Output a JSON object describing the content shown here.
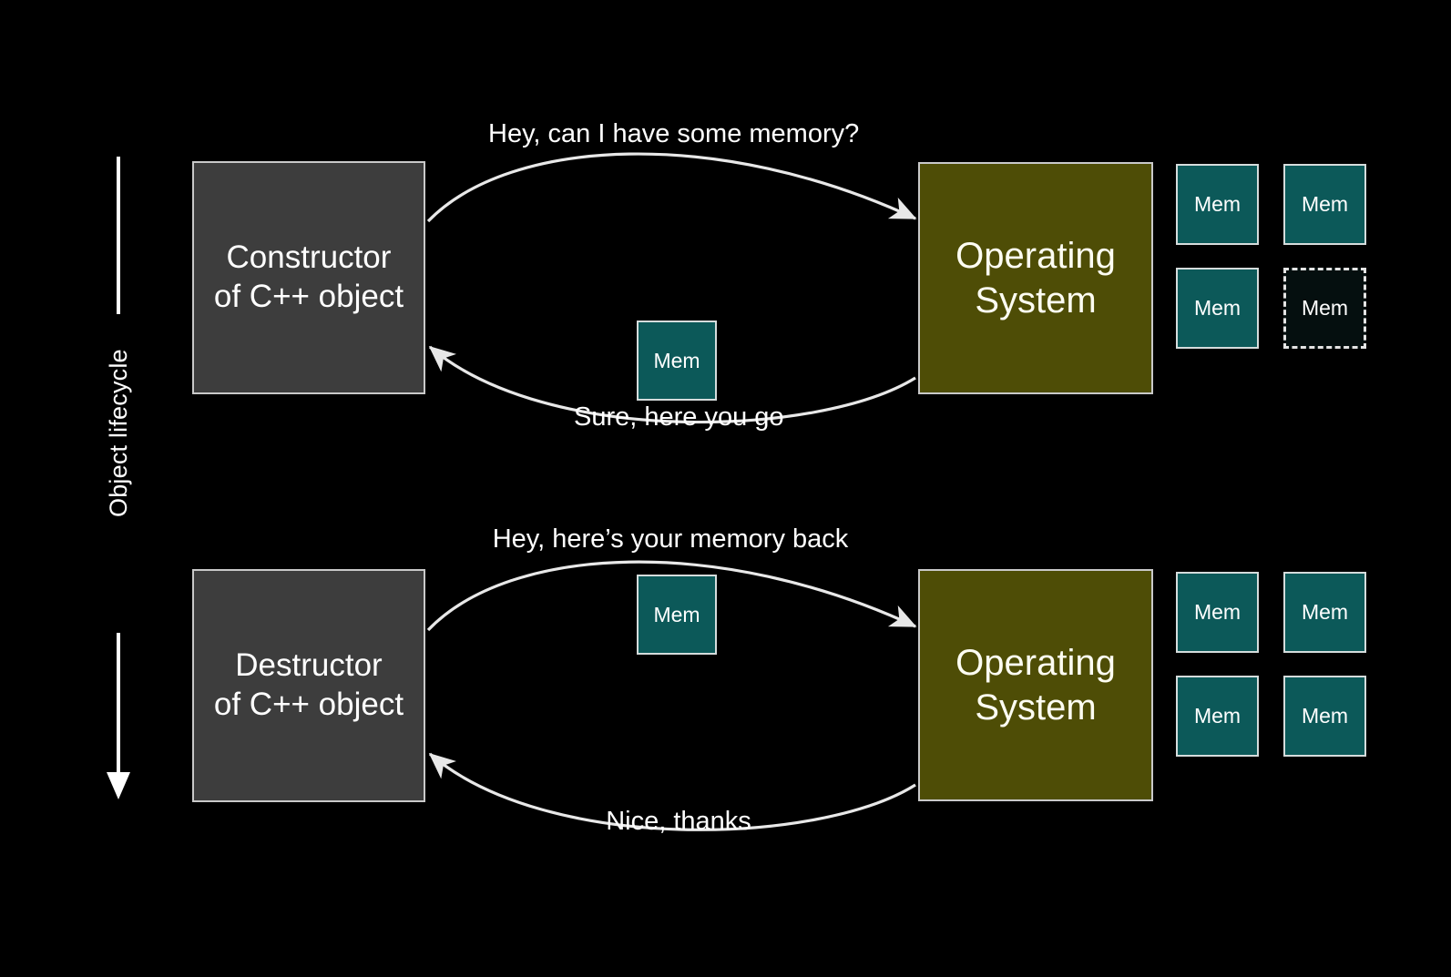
{
  "slide": {
    "title": "Object lifecycle memory allocation diagram",
    "background_color": "#000000"
  },
  "axis": {
    "label": "Object lifecycle",
    "direction": "downward",
    "color": "#ffffff"
  },
  "colors": {
    "object_box_fill": "#3d3d3d",
    "object_box_border": "#c9c9c9",
    "os_box_fill": "#4e4d06",
    "os_box_border": "#c9c9c9",
    "mem_fill": "#0c5959",
    "mem_border": "#d5dcdc",
    "mem_empty_fill": "#050f0f",
    "mem_empty_border": "#e4e4e4",
    "arrow_color": "#e8e8e8",
    "text_color": "#ffffff"
  },
  "phases": [
    {
      "id": "construction",
      "actor_box": {
        "line1": "Constructor",
        "line2": "of C++ object"
      },
      "os_box": {
        "line1": "Operating",
        "line2": "System"
      },
      "request_label": "Hey, can I have some memory?",
      "response_label": "Sure, here you go",
      "transferred_block": {
        "label": "Mem",
        "state": "in-transit"
      },
      "pool": [
        {
          "label": "Mem",
          "state": "allocated"
        },
        {
          "label": "Mem",
          "state": "allocated"
        },
        {
          "label": "Mem",
          "state": "allocated"
        },
        {
          "label": "Mem",
          "state": "free-slot"
        }
      ]
    },
    {
      "id": "destruction",
      "actor_box": {
        "line1": "Destructor",
        "line2": "of C++ object"
      },
      "os_box": {
        "line1": "Operating",
        "line2": "System"
      },
      "request_label": "Hey, here’s your memory back",
      "response_label": "Nice, thanks",
      "transferred_block": {
        "label": "Mem",
        "state": "in-transit"
      },
      "pool": [
        {
          "label": "Mem",
          "state": "allocated"
        },
        {
          "label": "Mem",
          "state": "allocated"
        },
        {
          "label": "Mem",
          "state": "allocated"
        },
        {
          "label": "Mem",
          "state": "allocated"
        }
      ]
    }
  ]
}
